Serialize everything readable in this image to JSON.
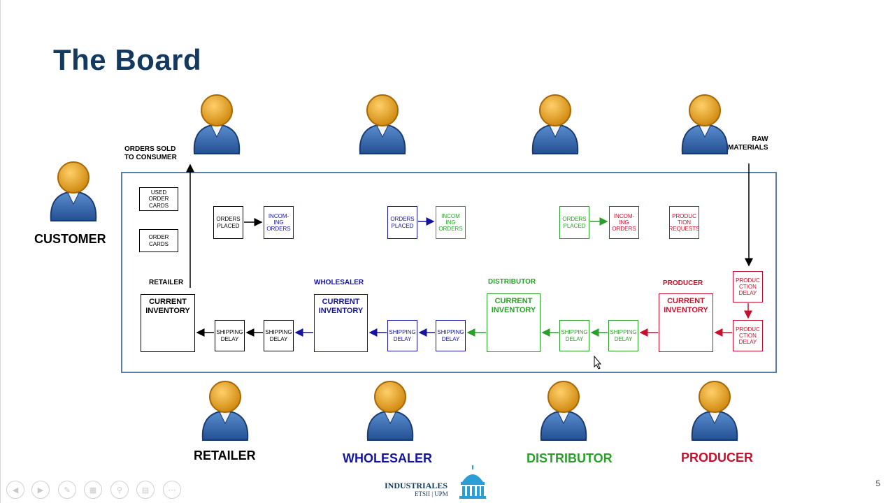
{
  "slide": {
    "title": "The Board",
    "page_number": "5"
  },
  "roles": {
    "customer": "CUSTOMER",
    "retailer": "RETAILER",
    "wholesaler": "WHOLESALER",
    "distributor": "DISTRIBUTOR",
    "producer": "PRODUCER"
  },
  "board": {
    "orders_sold": "ORDERS SOLD\nTO CONSUMER",
    "raw_materials": "RAW\nMATERIALS",
    "used_order_cards": "USED\nORDER\nCARDS",
    "order_cards": "ORDER\nCARDS",
    "retailer": {
      "label": "RETAILER",
      "orders_placed": "ORDERS\nPLACED",
      "incoming_orders": "INCOM-\nING\nORDERS",
      "current_inventory": "CURRENT\nINVENTORY",
      "shipping_delay_1": "SHIPPING\nDELAY",
      "shipping_delay_2": "SHIPPING\nDELAY"
    },
    "wholesaler": {
      "label": "WHOLESALER",
      "orders_placed": "ORDERS\nPLACED",
      "incoming_orders": "INCOM\nING\nORDERS",
      "current_inventory": "CURRENT\nINVENTORY",
      "shipping_delay_1": "SHIPPING\nDELAY",
      "shipping_delay_2": "SHIPPING\nDELAY"
    },
    "distributor": {
      "label": "DISTRIBUTOR",
      "orders_placed": "ORDERS\nPLACED",
      "incoming_orders": "INCOM-\nING\nORDERS",
      "current_inventory": "CURRENT\nINVENTORY",
      "shipping_delay_1": "SHIPPING\nDELAY",
      "shipping_delay_2": "SHIPPING\nDELAY"
    },
    "producer": {
      "label": "PRODUCER",
      "production_requests": "PRODUC\nTION\nREQUESTS",
      "current_inventory": "CURRENT\nINVENTORY",
      "production_delay_1": "PRODUC\nCTION\nDELAY",
      "production_delay_2": "PRODUC\nCTION\nDELAY"
    }
  },
  "logo": {
    "name": "INDUSTRIALES",
    "sub": "ETSII | UPM"
  },
  "colors": {
    "title": "#13395e",
    "retailer": "#000000",
    "wholesaler": "#1414a0",
    "distributor": "#2aa02a",
    "producer": "#c8102e"
  },
  "nav_icons": [
    "previous-icon",
    "next-icon",
    "pen-icon",
    "slides-icon",
    "zoom-icon",
    "subtitles-icon",
    "more-icon"
  ]
}
